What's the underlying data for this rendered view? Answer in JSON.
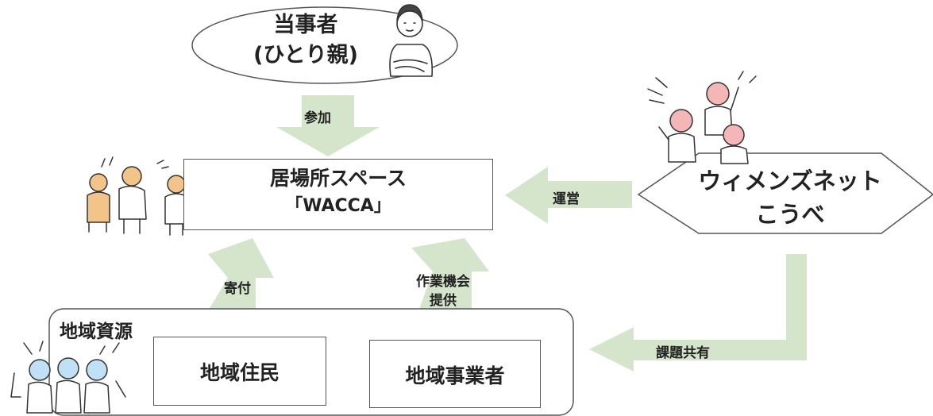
{
  "colors": {
    "arrow": "#d5e5cc",
    "stroke": "#555555",
    "text": "#222222"
  },
  "nodes": {
    "party": {
      "line1": "当事者",
      "line2": "(ひとり親)"
    },
    "space": {
      "line1": "居場所スペース",
      "line2": "「WACCA」"
    },
    "org": {
      "line1": "ウィメンズネット",
      "line2": "こうべ"
    },
    "resources": {
      "title": "地域資源",
      "residents": "地域住民",
      "businesses": "地域事業者"
    }
  },
  "edges": {
    "participate": "参加",
    "operate": "運営",
    "donate": "寄付",
    "work_line1": "作業機会",
    "work_line2": "提供",
    "share": "課題共有"
  },
  "icons": [
    "parent-person-icon",
    "chatting-women-icon",
    "cheering-staff-icon",
    "cheering-residents-icon"
  ]
}
